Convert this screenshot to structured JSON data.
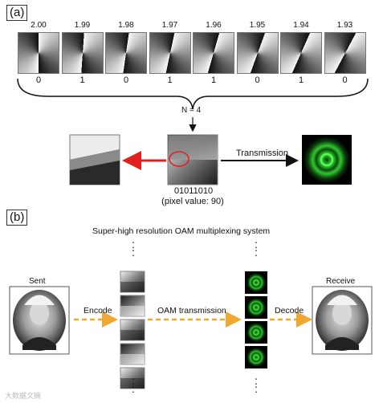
{
  "panel_a": {
    "label": "(a)",
    "values": [
      "2.00",
      "1.99",
      "1.98",
      "1.97",
      "1.96",
      "1.95",
      "1.94",
      "1.93"
    ],
    "bits": [
      "0",
      "1",
      "0",
      "1",
      "1",
      "0",
      "1",
      "0"
    ],
    "n_label": "N = 4",
    "code": "01011010",
    "pixel_value": "(pixel value: 90)",
    "transmission_label": "Transmission",
    "colors": {
      "red_arrow": "#e02020",
      "black_arrow": "#111111",
      "beam": "#23d023"
    }
  },
  "panel_b": {
    "label": "(b)",
    "title": "Super-high resolution OAM multiplexing system",
    "sent_label": "Sent",
    "receive_label": "Receive",
    "encode_label": "Encode",
    "oam_label": "OAM transmission",
    "decode_label": "Decode",
    "dots": ":",
    "colors": {
      "arrow": "#f0a830"
    }
  },
  "watermark": "大数据文摘"
}
